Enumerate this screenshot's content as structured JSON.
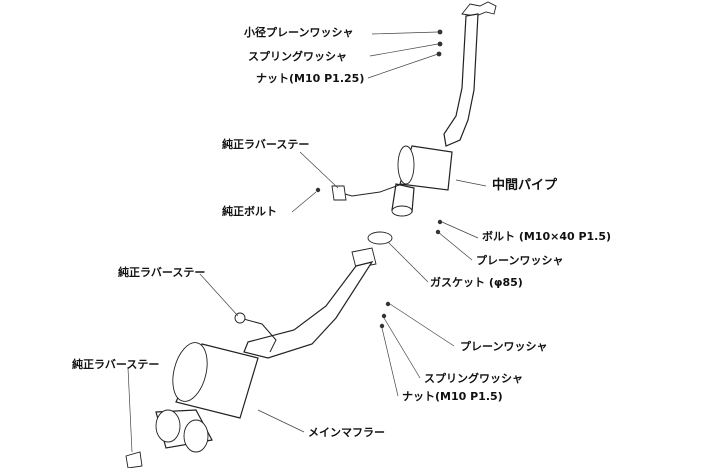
{
  "labels": {
    "small_washer": "小径プレーンワッシャ",
    "spring_washer_top": "スプリングワッシャ",
    "nut_top": "ナット(M10 P1.25)",
    "rubber_stay_top": "純正ラバーステー",
    "oem_bolt": "純正ボルト",
    "mid_pipe": "中間パイプ",
    "bolt": "ボルト (M10×40 P1.5)",
    "plain_washer_mid": "プレーンワッシャ",
    "gasket": "ガスケット (φ85)",
    "rubber_stay_mid": "純正ラバーステー",
    "plain_washer_low": "プレーンワッシャ",
    "rubber_stay_low": "純正ラバーステー",
    "spring_washer_low": "スプリングワッシャ",
    "nut_low": "ナット(M10 P1.5)",
    "main_muffler": "メインマフラー"
  }
}
